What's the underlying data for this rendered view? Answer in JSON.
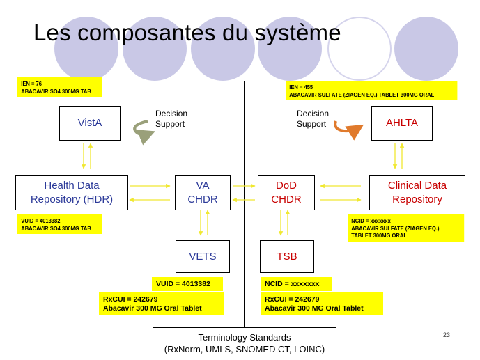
{
  "title": "Les composantes du système",
  "page_number": "23",
  "colors": {
    "va_text": "#2c3a99",
    "dod_text": "#c80000",
    "note_bg": "#ffff00",
    "arrow": "#ffff55",
    "circle": "#c9c8e6"
  },
  "decision_support": "Decision\nSupport",
  "va": {
    "vista": "VistA",
    "hdr": "Health Data\nRepository (HDR)",
    "chdr": "VA\nCHDR",
    "vets": "VETS"
  },
  "dod": {
    "ahlta": "AHLTA",
    "cdr": "Clinical Data\nRepository",
    "chdr": "DoD\nCHDR",
    "tsb": "TSB"
  },
  "notes": {
    "vista": "IEN = 76\nABACAVIR SO4 300MG TAB",
    "ahlta": "IEN = 455\nABACAVIR SULFATE (ZIAGEN EQ.) TABLET 300MG ORAL",
    "hdr": "VUID = 4013382\nABACAVIR SO4 300MG TAB",
    "cdr": "NCID = xxxxxxx\nABACAVIR SULFATE (ZIAGEN EQ.)\nTABLET 300MG ORAL",
    "vets_vuid": "VUID = 4013382",
    "vets_rxcui": "RxCUI = 242679\nAbacavir 300 MG Oral Tablet",
    "tsb_ncid": "NCID = xxxxxxx",
    "tsb_rxcui": "RxCUI = 242679\nAbacavir 300 MG Oral Tablet"
  },
  "terminology": "Terminology Standards\n(RxNorm, UMLS, SNOMED CT, LOINC)"
}
